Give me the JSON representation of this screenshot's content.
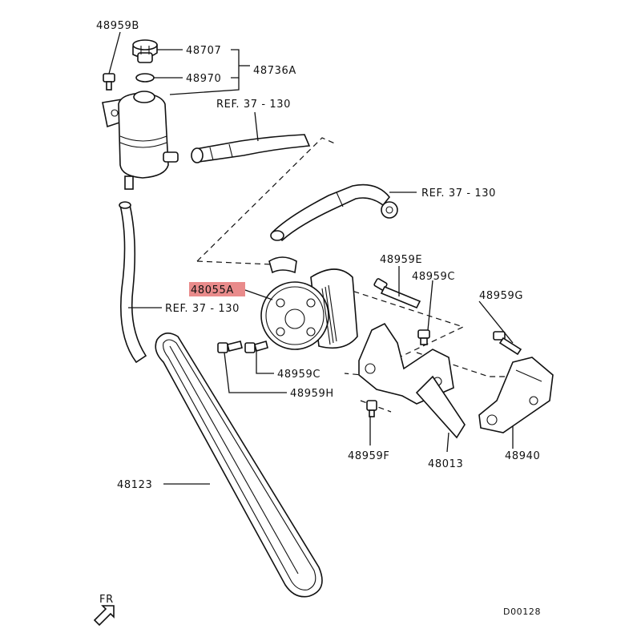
{
  "callouts": {
    "c48959B": "48959B",
    "c48707": "48707",
    "c48970": "48970",
    "c48736A": "48736A",
    "ref_hose_top": "REF. 37 - 130",
    "ref_hose_mid": "REF. 37 - 130",
    "ref_hose_left": "REF. 37 - 130",
    "c48055A": "48055A",
    "c48959E": "48959E",
    "c48959C_top": "48959C",
    "c48959G": "48959G",
    "c48959C_low": "48959C",
    "c48959H": "48959H",
    "c48959F": "48959F",
    "c48013": "48013",
    "c48940": "48940",
    "c48123": "48123"
  },
  "orientation_label": "FR",
  "diagram_code": "D00128",
  "highlight_color": "#e98b8b"
}
